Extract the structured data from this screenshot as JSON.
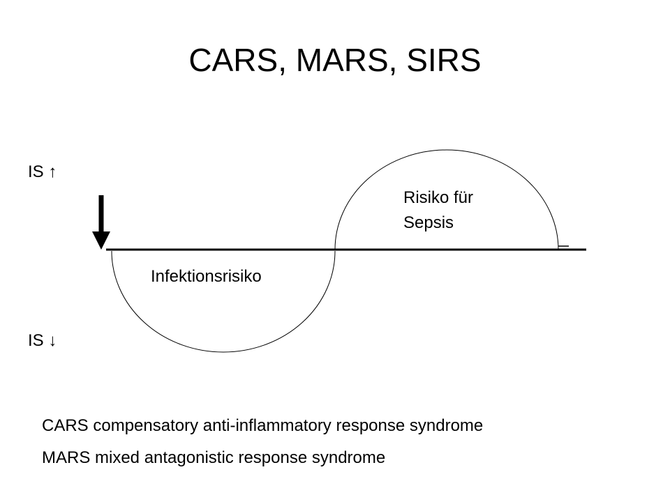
{
  "slide": {
    "title": "CARS, MARS, SIRS"
  },
  "diagram": {
    "labels": {
      "is_up": "IS ↑",
      "is_down": "IS ↓",
      "sepsis_risk_line1": "Risiko für",
      "sepsis_risk_line2": "Sepsis",
      "infection_risk": "Infektionsrisiko"
    }
  },
  "footer": {
    "lines": [
      "CARS compensatory anti-inflammatory response syndrome",
      "MARS mixed antagonistic response syndrome"
    ]
  },
  "colors": {
    "background": "#ffffff",
    "foreground": "#000000"
  }
}
